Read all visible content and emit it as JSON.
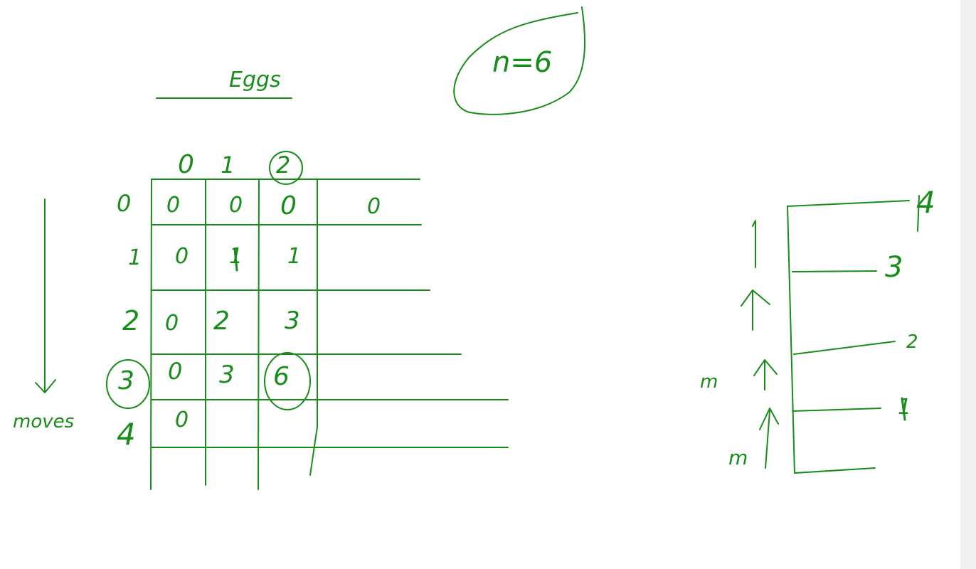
{
  "whiteboard": {
    "colors": {
      "ink": "#188c18",
      "background": "#ffffff"
    },
    "title_word": "Eggs",
    "note_n": "n=6",
    "side_label": "moves",
    "table": {
      "column_headers": [
        "0",
        "1",
        "2"
      ],
      "row_headers": [
        "0",
        "1",
        "2",
        "3",
        "4"
      ],
      "rows": [
        [
          "0",
          "0",
          "0",
          "0"
        ],
        [
          "0",
          "1",
          "1",
          ""
        ],
        [
          "0",
          "2",
          "3",
          ""
        ],
        [
          "0",
          "3",
          "6",
          ""
        ],
        [
          "0",
          "",
          "",
          ""
        ]
      ]
    },
    "floors": {
      "labels": [
        "4",
        "3",
        "2",
        "1"
      ],
      "arrow_labels": [
        "m",
        "m"
      ]
    }
  }
}
